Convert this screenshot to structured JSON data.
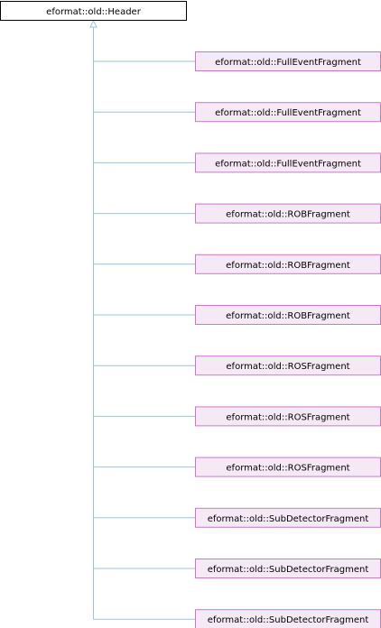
{
  "base_class": {
    "label": "eformat::old::Header"
  },
  "derived_classes": [
    {
      "label": "eformat::old::FullEventFragment"
    },
    {
      "label": "eformat::old::FullEventFragment"
    },
    {
      "label": "eformat::old::FullEventFragment"
    },
    {
      "label": "eformat::old::ROBFragment"
    },
    {
      "label": "eformat::old::ROBFragment"
    },
    {
      "label": "eformat::old::ROBFragment"
    },
    {
      "label": "eformat::old::ROSFragment"
    },
    {
      "label": "eformat::old::ROSFragment"
    },
    {
      "label": "eformat::old::ROSFragment"
    },
    {
      "label": "eformat::old::SubDetectorFragment"
    },
    {
      "label": "eformat::old::SubDetectorFragment"
    },
    {
      "label": "eformat::old::SubDetectorFragment"
    }
  ],
  "colors": {
    "base_fill": "#ffffff",
    "base_stroke": "#000000",
    "derived_fill": "#f5e9f5",
    "derived_stroke": "#cc77cc",
    "edge": "#9fc4d9"
  }
}
